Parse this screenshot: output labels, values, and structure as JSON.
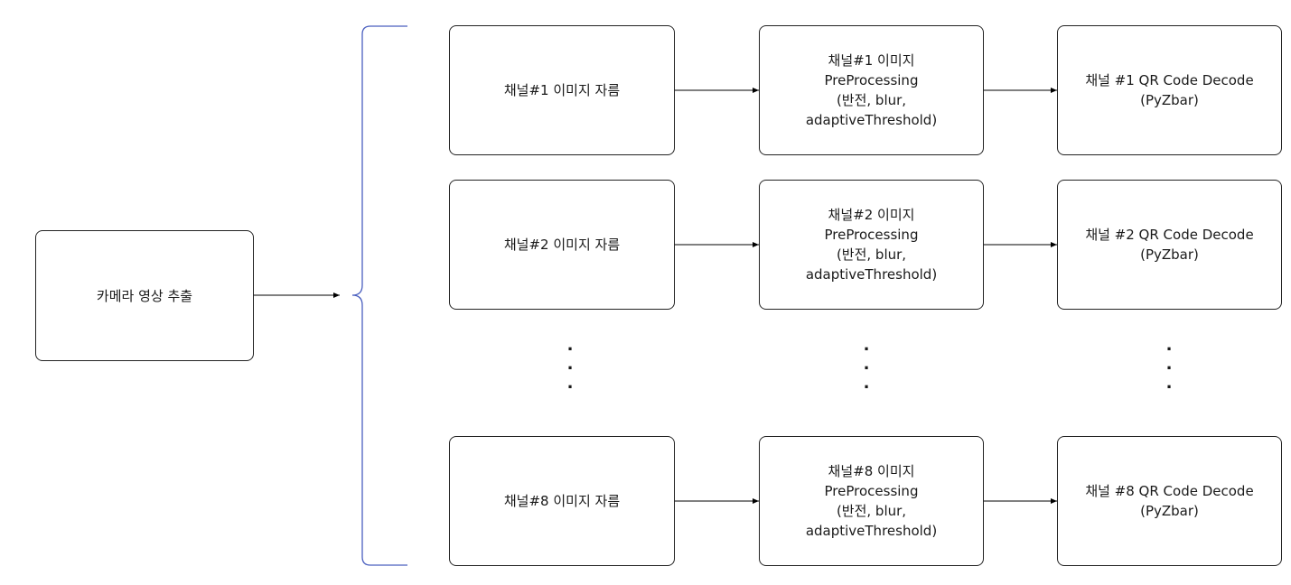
{
  "source": {
    "label": "카메라 영상 추출"
  },
  "rows": [
    {
      "crop": "채널#1 이미지 자름",
      "preprocess": [
        "채널#1 이미지",
        "PreProcessing",
        "(반전, blur,",
        "adaptiveThreshold)"
      ],
      "decode": [
        "채널 #1 QR Code Decode",
        "(PyZbar)"
      ]
    },
    {
      "crop": "채널#2 이미지 자름",
      "preprocess": [
        "채널#2 이미지",
        "PreProcessing",
        "(반전, blur,",
        "adaptiveThreshold)"
      ],
      "decode": [
        "채널 #2 QR Code Decode",
        "(PyZbar)"
      ]
    },
    {
      "crop": "채널#8 이미지 자름",
      "preprocess": [
        "채널#8 이미지",
        "PreProcessing",
        "(반전, blur,",
        "adaptiveThreshold)"
      ],
      "decode": [
        "채널 #8 QR Code Decode",
        "(PyZbar)"
      ]
    }
  ],
  "ellipsis": [
    ".",
    ".",
    "."
  ],
  "colors": {
    "brace": "#4a5fbf",
    "stroke": "#222222",
    "arrow": "#000000"
  }
}
